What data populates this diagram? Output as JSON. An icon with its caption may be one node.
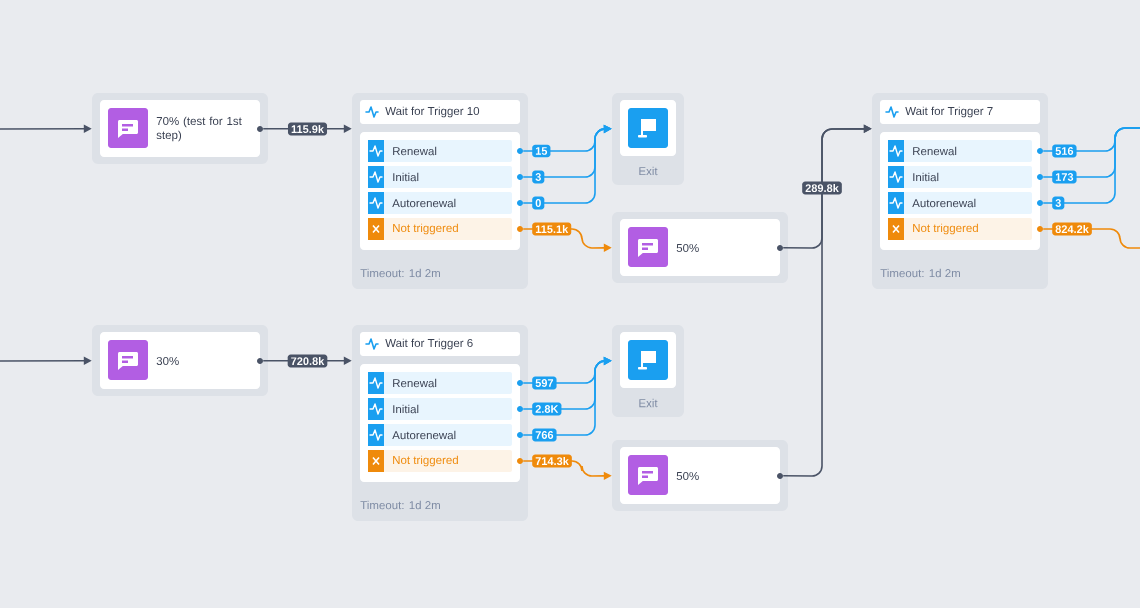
{
  "diagram": {
    "nodes": [
      {
        "text": [
          "70% (test for 1st step)"
        ]
      },
      {
        "text": [
          "30%"
        ]
      },
      {
        "text": [
          "Wait for Trigger 10",
          "Timeout: 1d 2m"
        ]
      },
      {
        "text": [
          "Renewal"
        ],
        "in": 2
      },
      {
        "text": [
          "Initial"
        ],
        "in": 2
      },
      {
        "text": [
          "Autorenewal"
        ],
        "in": 2
      },
      {
        "text": [
          "Not triggered"
        ],
        "in": 2
      },
      {
        "text": [
          "Exit"
        ]
      },
      {
        "text": [
          "50%"
        ]
      },
      {
        "text": [
          "Wait for Trigger 6",
          "Timeout: 1d 2m"
        ]
      },
      {
        "text": [
          "Renewal"
        ],
        "in": 9
      },
      {
        "text": [
          "Initial"
        ],
        "in": 9
      },
      {
        "text": [
          "Autorenewal"
        ],
        "in": 9
      },
      {
        "text": [
          "Not triggered"
        ],
        "in": 9
      },
      {
        "text": [
          "Exit"
        ]
      },
      {
        "text": [
          "50%"
        ]
      },
      {
        "text": [
          "Wait for Trigger 7",
          "Timeout: 1d 2m"
        ]
      },
      {
        "text": [
          "Renewal"
        ],
        "in": 16
      },
      {
        "text": [
          "Initial"
        ],
        "in": 16
      },
      {
        "text": [
          "Autorenewal"
        ],
        "in": 16
      },
      {
        "text": [
          "Not triggered"
        ],
        "in": 16
      }
    ],
    "edges": [
      {
        "from": null,
        "to": 0,
        "arrow": "to",
        "color": "#4a5366"
      },
      {
        "from": null,
        "to": 1,
        "arrow": "to",
        "color": "#4a5366"
      },
      {
        "from": 0,
        "to": 2,
        "arrow": "to",
        "label": "115.9k",
        "color": "#4a5366"
      },
      {
        "from": 1,
        "to": 9,
        "arrow": "to",
        "label": "720.8k",
        "color": "#4a5366"
      },
      {
        "from": 3,
        "to": 7,
        "arrow": "to",
        "label": "15"
      },
      {
        "from": 4,
        "to": 7,
        "arrow": "to",
        "label": "3"
      },
      {
        "from": 5,
        "to": 7,
        "arrow": "to",
        "label": "0"
      },
      {
        "from": 6,
        "to": 8,
        "arrow": "to",
        "label": "115.1k",
        "color": "#ef8a0b"
      },
      {
        "from": 10,
        "to": 14,
        "arrow": "to",
        "label": "597"
      },
      {
        "from": 11,
        "to": 14,
        "arrow": "to",
        "label": "2.8K"
      },
      {
        "from": 12,
        "to": 14,
        "arrow": "to",
        "label": "766"
      },
      {
        "from": 13,
        "to": 15,
        "arrow": "to",
        "label": "714.3k",
        "color": "#ef8a0b"
      },
      {
        "from": 8,
        "to": 16,
        "arrow": "to",
        "label": "289.8k",
        "color": "#4a5366"
      },
      {
        "from": 15,
        "to": 16,
        "arrow": "to",
        "color": "#4a5366"
      },
      {
        "from": 17,
        "to": null,
        "arrow": "none",
        "label": "516"
      },
      {
        "from": 18,
        "to": null,
        "arrow": "none",
        "label": "173"
      },
      {
        "from": 19,
        "to": null,
        "arrow": "none",
        "label": "3"
      },
      {
        "from": 20,
        "to": null,
        "arrow": "none",
        "label": "824.2k",
        "color": "#ef8a0b"
      }
    ]
  }
}
